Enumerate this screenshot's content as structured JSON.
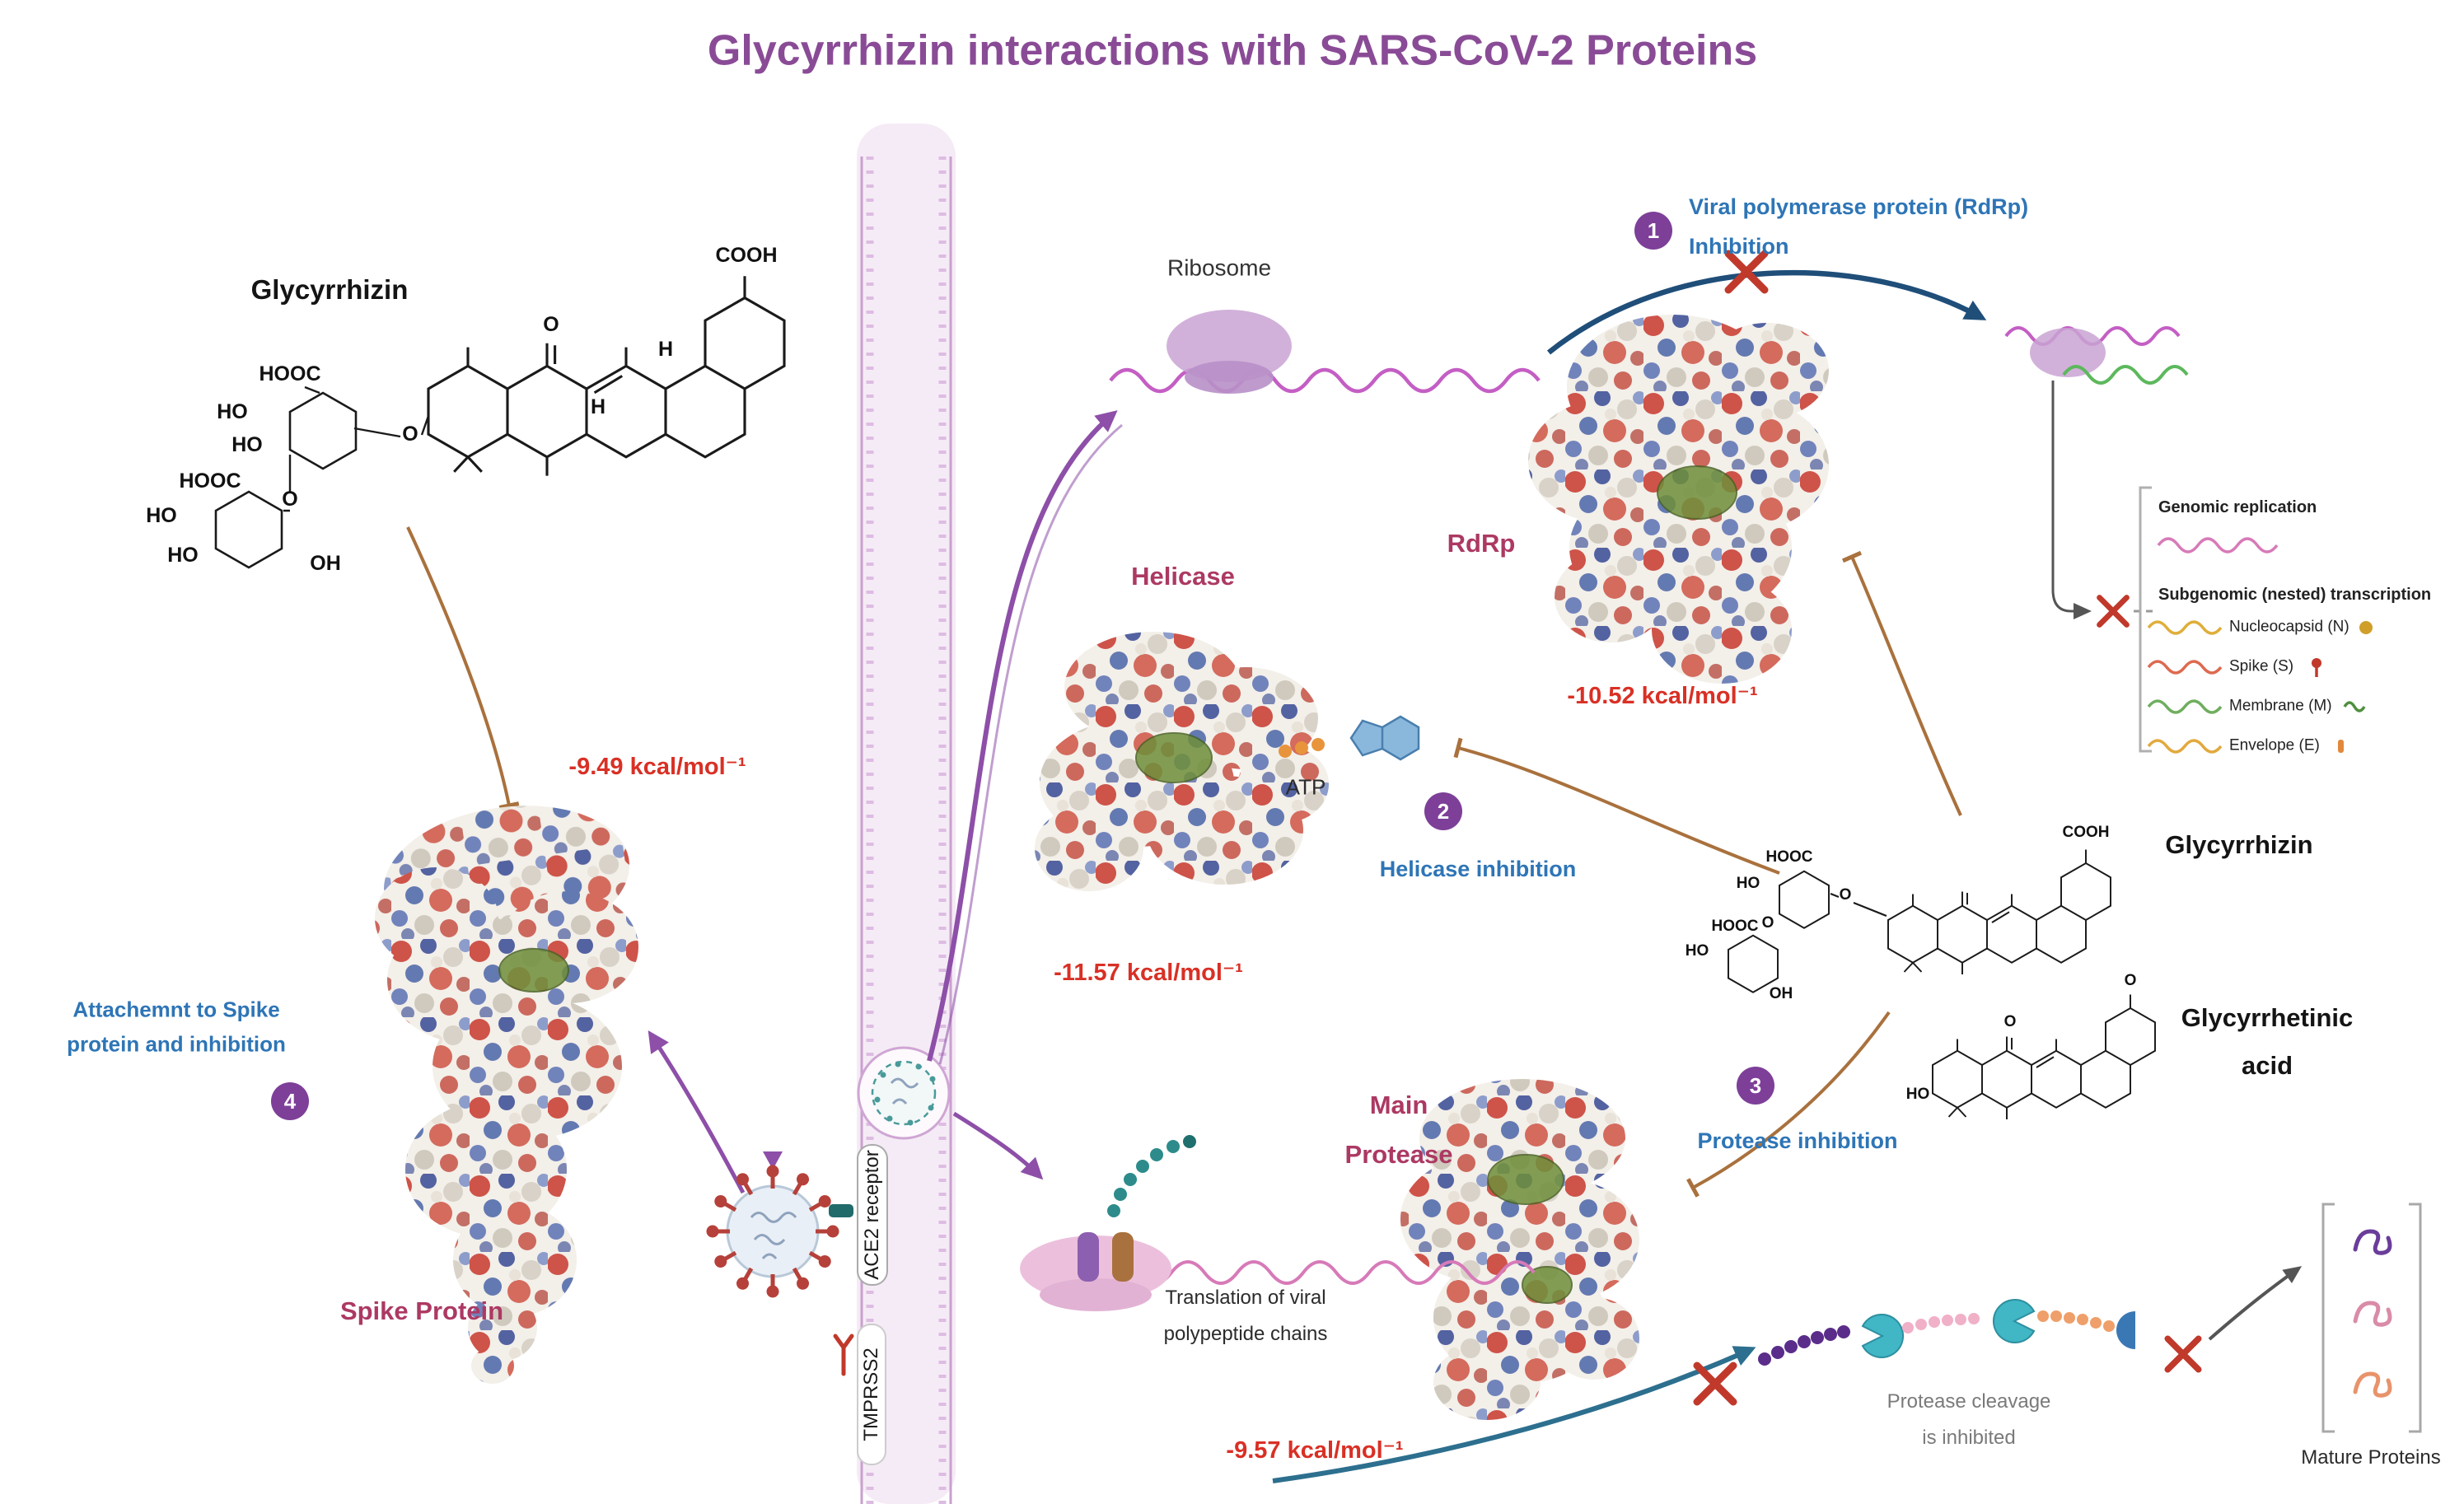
{
  "title": "Glycyrrhizin interactions with SARS-CoV-2 Proteins",
  "colors": {
    "title_purple": "#8a4b96",
    "annotation_blue": "#2e75b6",
    "protein_label_rose": "#ac3963",
    "energy_red": "#d93025",
    "inhibitor_brown": "#a9713d",
    "step_badge_purple": "#7d3f98",
    "membrane_pink": "#f5ebf6",
    "mrna_magenta": "#c45ec4"
  },
  "molecules": {
    "glycyrrhizin_left": "Glycyrrhizin",
    "glycyrrhizin_right": "Glycyrrhizin",
    "glycyrrhetinic_lines": [
      "Glycyrrhetinic",
      "acid"
    ],
    "atoms_left": [
      "COOH",
      "O",
      "H",
      "H",
      "HOOC",
      "HO",
      "HO",
      "O",
      "HOOC",
      "HO",
      "HO",
      "OH",
      "O"
    ],
    "atoms_right": [
      "HOOC",
      "HO",
      "O",
      "HOOC",
      "HO",
      "OH",
      "O",
      "COOH"
    ],
    "atoms_ga": [
      "O",
      "HO",
      "O"
    ]
  },
  "proteins": {
    "spike": "Spike Protein",
    "rdrp": "RdRp",
    "helicase": "Helicase",
    "main_protease_lines": [
      "Main",
      "Protease"
    ]
  },
  "energies": {
    "spike": "-9.49 kcal/mol⁻¹",
    "rdrp": "-10.52 kcal/mol⁻¹",
    "helicase": "-11.57 kcal/mol⁻¹",
    "protease": "-9.57 kcal/mol⁻¹"
  },
  "steps": [
    {
      "number": "1",
      "lines": [
        "Viral polymerase protein (RdRp)",
        "Inhibition"
      ]
    },
    {
      "number": "2",
      "lines": [
        "Helicase inhibition"
      ]
    },
    {
      "number": "3",
      "lines": [
        "Protease inhibition"
      ]
    },
    {
      "number": "4",
      "lines": [
        "Attachemnt to Spike",
        "protein and  inhibition"
      ]
    }
  ],
  "membrane": {
    "ace2": "ACE2 receptor",
    "tmprss2": "TMPRSS2"
  },
  "ribosome_label": "Ribosome",
  "atp_label": "ATP",
  "translation_lines": [
    "Translation of viral",
    "polypeptide chains"
  ],
  "cleavage_lines": [
    "Protease cleavage",
    "is inhibited"
  ],
  "mature_proteins": "Mature Proteins",
  "legend": {
    "genomic": "Genomic replication",
    "subgenomic": "Subgenomic (nested) transcription",
    "items": [
      {
        "label": "Nucleocapsid (N)"
      },
      {
        "label": "Spike (S)"
      },
      {
        "label": "Membrane (M)"
      },
      {
        "label": "Envelope (E)"
      }
    ]
  }
}
